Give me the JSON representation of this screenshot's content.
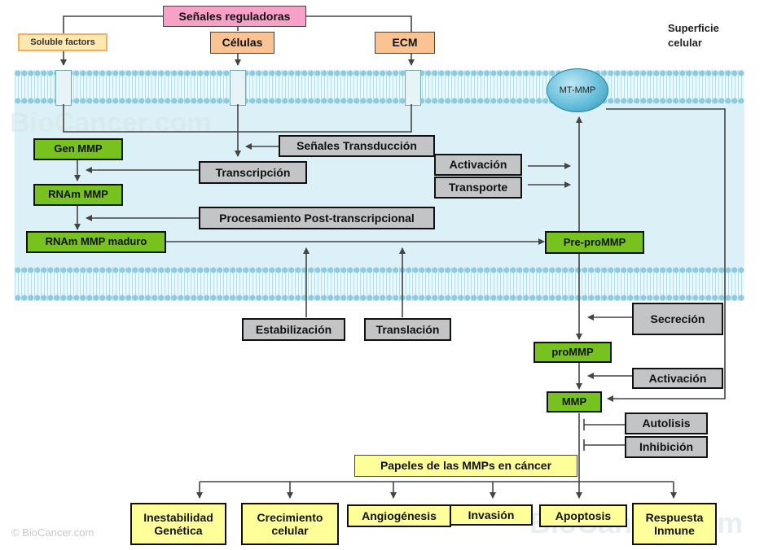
{
  "labels": {
    "senales_reguladoras": "Señales reguladoras",
    "soluble_factors": "Soluble factors",
    "celulas": "Células",
    "ecm": "ECM",
    "superficie_celular": "Superficie celular",
    "mt_mmp": "MT-MMP",
    "senales_transduccion": "Señales Transducción",
    "gen_mmp": "Gen MMP",
    "transcripcion": "Transcripción",
    "activacion_top": "Activación",
    "transporte": "Transporte",
    "rnam_mmp": "RNAm MMP",
    "procesamiento": "Procesamiento Post-transcripcional",
    "rnam_maduro": "RNAm MMP maduro",
    "pre_prommp": "Pre-proMMP",
    "secrecion": "Secreción",
    "estabilizacion": "Estabilización",
    "translacion": "Translación",
    "prommp": "proMMP",
    "activacion_bottom": "Activación",
    "mmp": "MMP",
    "autolisis": "Autolisis",
    "inhibicion": "Inhibición",
    "papeles": "Papeles de las MMPs en cáncer",
    "inestabilidad": "Inestabilidad Genética",
    "crecimiento": "Crecimiento celular",
    "angiogenesis": "Angiogénesis",
    "invasion": "Invasión",
    "apoptosis": "Apoptosis",
    "respuesta": "Respuesta Inmune"
  },
  "watermark": {
    "brand": "BioCancer.com",
    "copyright": "© BioCancer.com"
  },
  "colors": {
    "green": "#77c21f",
    "gray": "#c2c4c6",
    "yellow": "#ffff99",
    "pink": "#f7a0c8",
    "orange": "#fbc391",
    "membrane_head": "#9fd3e3",
    "cytoplasm": "#dcf0f7"
  }
}
